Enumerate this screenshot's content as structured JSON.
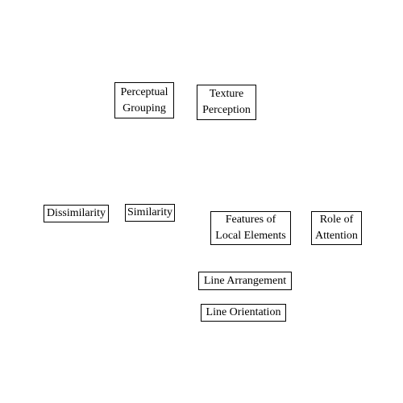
{
  "nodes": {
    "perceptual_grouping": {
      "line1": "Perceptual",
      "line2": "Grouping"
    },
    "texture_perception": {
      "line1": "Texture",
      "line2": "Perception"
    },
    "dissimilarity": {
      "label": "Dissimilarity"
    },
    "similarity": {
      "label": "Similarity"
    },
    "features_of_local_elements": {
      "line1": "Features of",
      "line2": "Local Elements"
    },
    "role_of_attention": {
      "line1": "Role of",
      "line2": "Attention"
    },
    "line_arrangement": {
      "label": "Line Arrangement"
    },
    "line_orientation": {
      "label": "Line Orientation"
    }
  },
  "colors": {
    "background": "#ffffff",
    "border": "#000000",
    "text": "#000000"
  }
}
